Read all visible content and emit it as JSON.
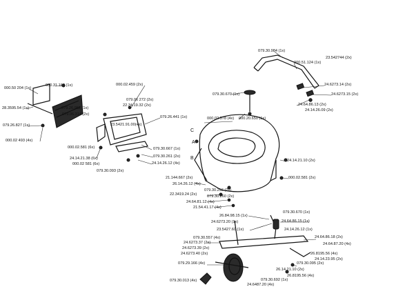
{
  "labels": {
    "l1": "000.50 204 (1x)",
    "l2": "000.31.182 (1x)",
    "l3": "28.3595.54 (1x)",
    "l4": "079.26.827 (1x)",
    "l5": "000.02 493 (4x)",
    "l6": "000.02.459 (2x)",
    "l7": "079.06 272 (2x)",
    "l8": "22.34.19.32 (2x)",
    "l9": "079.26.952 (1x)",
    "l10": "079.06.314 (2x)",
    "l11": "23.5421.91.00(4x)",
    "l12": "079.26.441 (1x)",
    "l13": "079.30.667 (1x)",
    "l14": "24.14.21.38 (6x)",
    "l15": "000.02.581 (6x)",
    "l16": "000.02 581 (6x)",
    "l17": "079.30.261 (2x)",
    "l18": "24.14.26.12 (4x)",
    "l19": "079.30.093 (2x)",
    "l20": "079.30.984 (1x)",
    "l21": "000.51.124 (1x)",
    "l22": "23.542744 (2x)",
    "l23": "24.6273.14 (2x)",
    "l24": "24.6273.15 (2x)",
    "l25": "24.64.86.13 (2x)",
    "l26": "24.14.26.09 (2x)",
    "l27": "079.30.670 (1x)",
    "l28": "000.02.578 (4x)",
    "l29": "000.20.650 (1x)",
    "l30": "C",
    "l31": "A",
    "l32": "B",
    "l33": "24.14.21.10 (2x)",
    "l34": "000.02.581 (2x)",
    "l35": "21.144.667 (2x)",
    "l36": "26.14.26.12 (4x)",
    "l37": "079.30.256 (2x)",
    "l38": "22.3419.24 (2x)",
    "l39": "079.30.260 (2x)",
    "l40": "24.64.81.12 (4x)",
    "l41": "21.54.41.17 (4x)",
    "l42": "26.84.98.15 (1x)",
    "l43": "24.6273.20 (1x)",
    "l44": "23.5427.60 (1x)",
    "l45": "079.30.670 (1x)",
    "l46": "24.64.86.15 (1x)",
    "l47": "24.14.26.12 (1x)",
    "l48": "24.6273.37 (2x)",
    "l49": "24.6273.39 (2x)",
    "l50": "24.6273.40 (2x)",
    "l51": "079.30.557 (4x)",
    "l52": "079.29.166 (4x)",
    "l53": "079.30.013 (4x)",
    "l54": "24.64.86.18 (2x)",
    "l55": "24.64.87.20 (4x)",
    "l56": "26.8195.56 (4x)",
    "l57": "24.14.23.95 (2x)",
    "l58": "079.30.095 (2x)",
    "l59": "26.14.21.10 (2x)",
    "l60": "26.8195.56 (4x)",
    "l61": "079.30.692 (1x)",
    "l62": "24.6487.20 (4x)"
  }
}
